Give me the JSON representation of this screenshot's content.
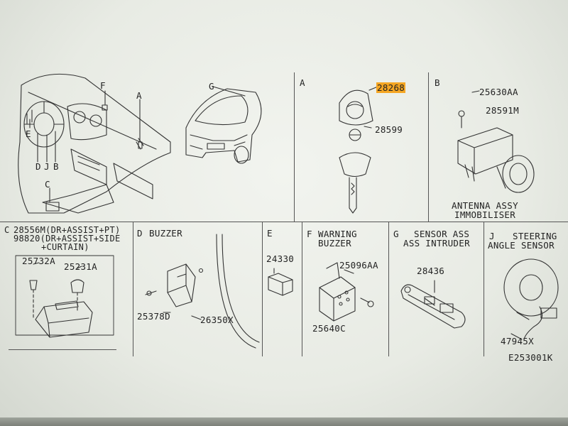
{
  "overview": {
    "callouts": [
      "F",
      "A",
      "G",
      "E",
      "D",
      "J",
      "B",
      "C"
    ]
  },
  "panels": {
    "A": {
      "letter": "A",
      "highlighted_part": "28268",
      "part2": "28599"
    },
    "B": {
      "letter": "B",
      "part1": "25630AA",
      "part2": "28591M",
      "caption1": "ANTENNA ASSY",
      "caption2": "IMMOBILISER"
    },
    "C": {
      "letter": "C",
      "line1": "28556M(DR+ASSIST+PT)",
      "line2": "98820(DR+ASSIST+SIDE",
      "line3": "+CURTAIN)",
      "part1": "25732A",
      "part2": "25231A"
    },
    "D": {
      "letter": "D",
      "title": "BUZZER",
      "part1": "25378D",
      "part2": "26350X"
    },
    "E": {
      "letter": "E",
      "part1": "24330"
    },
    "F": {
      "letter": "F",
      "title1": "WARNING",
      "title2": "BUZZER",
      "part1": "25096AA",
      "part2": "25640C"
    },
    "G": {
      "letter": "G",
      "title1": "SENSOR ASS",
      "title2": "ASS INTRUDER",
      "part1": "28436"
    },
    "J": {
      "letter": "J",
      "title1": "STEERING",
      "title2": "ANGLE SENSOR",
      "part1": "47945X"
    }
  },
  "figure_code": "E253001K",
  "colors": {
    "highlight": "#f5a623",
    "ink": "#2a2a2a",
    "paper": "#eef0eb"
  }
}
